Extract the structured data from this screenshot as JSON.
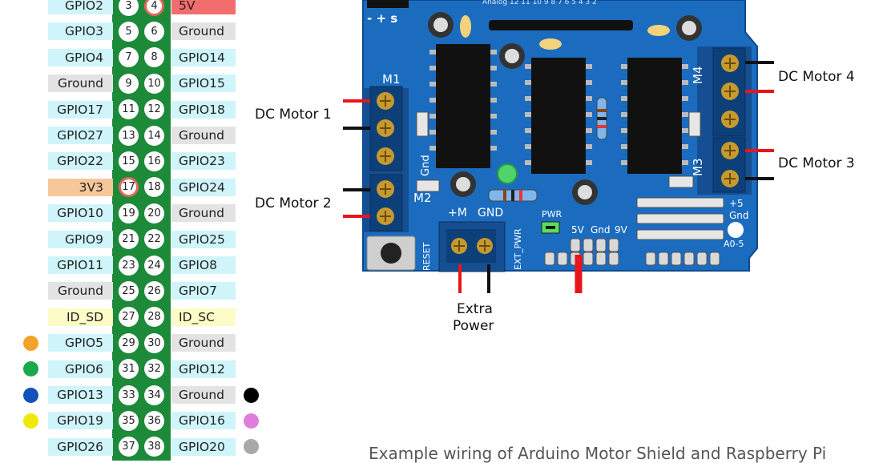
{
  "colors": {
    "gpio_bg": "#cff5fb",
    "ground_bg": "#e3e3e3",
    "power5v_bg": "#f26d6d",
    "power3v3_bg": "#f7c79a",
    "id_bg": "#fdfcc7",
    "header_green": "#1d8a3a",
    "board_blue": "#1b6cbf",
    "wire_red": "#e8151b",
    "wire_black": "#111111"
  },
  "pin_rows": [
    {
      "left": {
        "label": "GPIO2",
        "kind": "gpio"
      },
      "pin_odd": "3",
      "pin_even": "4",
      "right": {
        "label": "5V",
        "kind": "power5v"
      }
    },
    {
      "left": {
        "label": "GPIO3",
        "kind": "gpio"
      },
      "pin_odd": "5",
      "pin_even": "6",
      "right": {
        "label": "Ground",
        "kind": "ground"
      }
    },
    {
      "left": {
        "label": "GPIO4",
        "kind": "gpio"
      },
      "pin_odd": "7",
      "pin_even": "8",
      "right": {
        "label": "GPIO14",
        "kind": "gpio"
      }
    },
    {
      "left": {
        "label": "Ground",
        "kind": "ground"
      },
      "pin_odd": "9",
      "pin_even": "10",
      "right": {
        "label": "GPIO15",
        "kind": "gpio"
      }
    },
    {
      "left": {
        "label": "GPIO17",
        "kind": "gpio"
      },
      "pin_odd": "11",
      "pin_even": "12",
      "right": {
        "label": "GPIO18",
        "kind": "gpio"
      }
    },
    {
      "left": {
        "label": "GPIO27",
        "kind": "gpio"
      },
      "pin_odd": "13",
      "pin_even": "14",
      "right": {
        "label": "Ground",
        "kind": "ground"
      }
    },
    {
      "left": {
        "label": "GPIO22",
        "kind": "gpio"
      },
      "pin_odd": "15",
      "pin_even": "16",
      "right": {
        "label": "GPIO23",
        "kind": "gpio"
      }
    },
    {
      "left": {
        "label": "3V3",
        "kind": "power3v3"
      },
      "pin_odd": "17",
      "pin_even": "18",
      "right": {
        "label": "GPIO24",
        "kind": "gpio"
      }
    },
    {
      "left": {
        "label": "GPIO10",
        "kind": "gpio"
      },
      "pin_odd": "19",
      "pin_even": "20",
      "right": {
        "label": "Ground",
        "kind": "ground"
      }
    },
    {
      "left": {
        "label": "GPIO9",
        "kind": "gpio"
      },
      "pin_odd": "21",
      "pin_even": "22",
      "right": {
        "label": "GPIO25",
        "kind": "gpio"
      }
    },
    {
      "left": {
        "label": "GPIO11",
        "kind": "gpio"
      },
      "pin_odd": "23",
      "pin_even": "24",
      "right": {
        "label": "GPIO8",
        "kind": "gpio"
      }
    },
    {
      "left": {
        "label": "Ground",
        "kind": "ground"
      },
      "pin_odd": "25",
      "pin_even": "26",
      "right": {
        "label": "GPIO7",
        "kind": "gpio"
      }
    },
    {
      "left": {
        "label": "ID_SD",
        "kind": "id"
      },
      "pin_odd": "27",
      "pin_even": "28",
      "right": {
        "label": "ID_SC",
        "kind": "id"
      }
    },
    {
      "left": {
        "label": "GPIO5",
        "kind": "gpio"
      },
      "pin_odd": "29",
      "pin_even": "30",
      "right": {
        "label": "Ground",
        "kind": "ground"
      }
    },
    {
      "left": {
        "label": "GPIO6",
        "kind": "gpio"
      },
      "pin_odd": "31",
      "pin_even": "32",
      "right": {
        "label": "GPIO12",
        "kind": "gpio"
      }
    },
    {
      "left": {
        "label": "GPIO13",
        "kind": "gpio"
      },
      "pin_odd": "33",
      "pin_even": "34",
      "right": {
        "label": "Ground",
        "kind": "ground"
      }
    },
    {
      "left": {
        "label": "GPIO19",
        "kind": "gpio"
      },
      "pin_odd": "35",
      "pin_even": "36",
      "right": {
        "label": "GPIO16",
        "kind": "gpio"
      }
    },
    {
      "left": {
        "label": "GPIO26",
        "kind": "gpio"
      },
      "pin_odd": "37",
      "pin_even": "38",
      "right": {
        "label": "GPIO20",
        "kind": "gpio"
      }
    }
  ],
  "wire_dots_left": [
    "#f4a227",
    "#1aa84c",
    "#1352b8",
    "#f0e808"
  ],
  "wire_dots_right": [
    "#000000",
    "#e07ddc",
    "#a8a8a8"
  ],
  "labels": {
    "dc_motor_1": "DC Motor 1",
    "dc_motor_2": "DC Motor 2",
    "dc_motor_3": "DC Motor 3",
    "dc_motor_4": "DC Motor 4",
    "extra_power_line1": "Extra",
    "extra_power_line2": "Power",
    "caption": "Example wiring of Arduino Motor Shield and Raspberry Pi"
  },
  "board_labels": {
    "m1": "M1",
    "m2": "M2",
    "m3": "M3",
    "m4": "M4",
    "gnd_vertical": "Gnd",
    "plus_m": "+M",
    "gnd": "GND",
    "pwr": "PWR",
    "reset": "RESET",
    "ext_pwr": "EXT_PWR",
    "fivev": "5V",
    "gnd_small": "Gnd",
    "ninev": "9V",
    "plus5": "+5",
    "gnd_right": "Gnd",
    "a0_5": "A0-5",
    "servo_header": "- + s"
  }
}
